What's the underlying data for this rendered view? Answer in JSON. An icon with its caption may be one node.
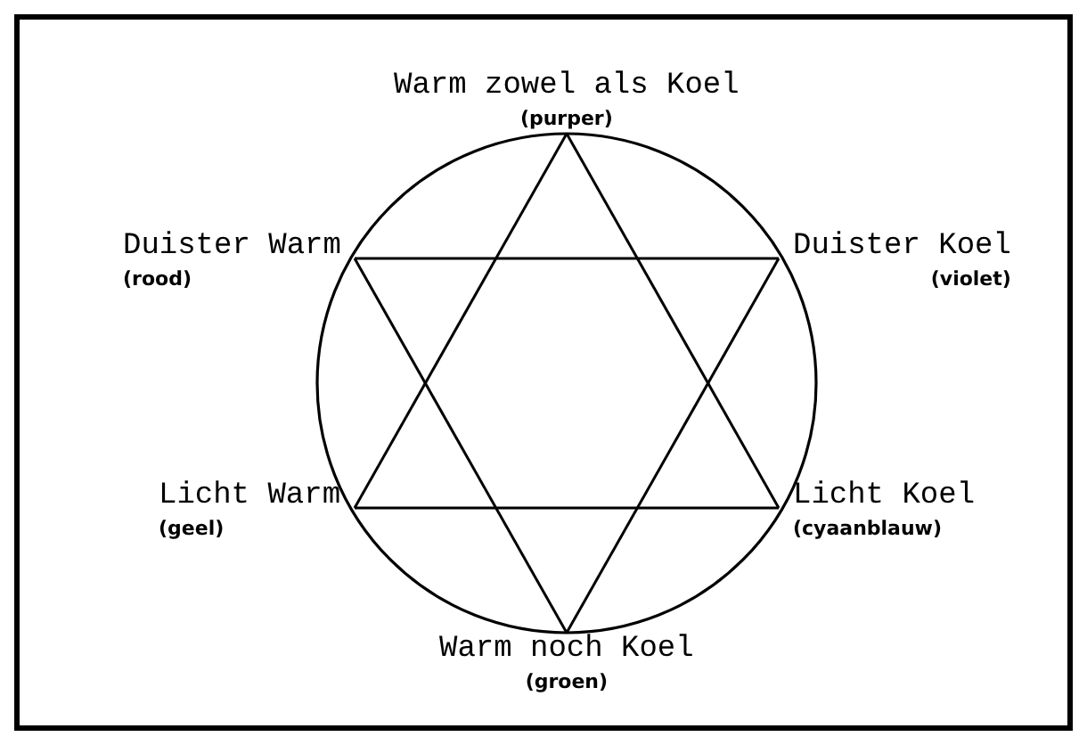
{
  "diagram": {
    "nodes": [
      {
        "text": [
          "Warm zowel als Koel",
          "(purper)"
        ]
      },
      {
        "text": [
          "Duister Warm",
          "(rood)"
        ]
      },
      {
        "text": [
          "Duister Koel",
          "(violet)"
        ]
      },
      {
        "text": [
          "Licht Warm",
          "(geel)"
        ]
      },
      {
        "text": [
          "Licht Koel",
          "(cyaanblauw)"
        ]
      },
      {
        "text": [
          "Warm noch Koel",
          "(groen)"
        ]
      }
    ],
    "edges": [
      {
        "from": 0,
        "to": 3,
        "arrow": "none"
      },
      {
        "from": 3,
        "to": 4,
        "arrow": "none"
      },
      {
        "from": 4,
        "to": 0,
        "arrow": "none"
      },
      {
        "from": 1,
        "to": 2,
        "arrow": "none"
      },
      {
        "from": 2,
        "to": 5,
        "arrow": "none"
      },
      {
        "from": 5,
        "to": 1,
        "arrow": "none"
      }
    ]
  }
}
